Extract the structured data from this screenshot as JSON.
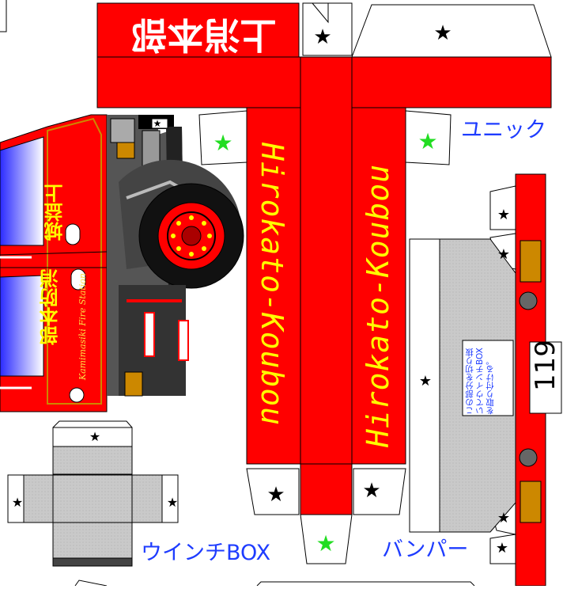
{
  "sheet": {
    "top_banner_text": "上消本部",
    "brand_text": "Hirokato-Koubou",
    "cab_vertical_text": "部本防消",
    "cab_vertical_text2": "城益上",
    "cab_station_text": "Kamimasiki Fire Station",
    "plate_number": "119",
    "winch_note": "この部分を切り抜いてウインチBOXを取り付ける。",
    "labels": {
      "unic": "ユニック",
      "winch_box": "ウインチBOX",
      "bumper": "バンパー"
    }
  },
  "colors": {
    "fire_red": "#ff0000",
    "label_yellow": "#ffff00",
    "label_blue": "#1e3cff",
    "star_green": "#22dd22",
    "panel_gray": "#c8c8c8",
    "cab_window": "#4a4aff"
  }
}
